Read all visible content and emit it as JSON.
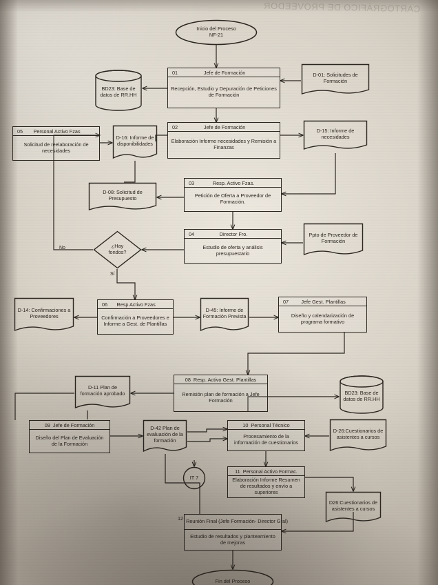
{
  "document": {
    "kind": "process-flowchart-photo",
    "language": "es",
    "reverse_bleed_text": "CARTOGRÁFICO DE PROVEEDOR",
    "ink_color": "#2b2620",
    "paper_color": "#ded8cd"
  },
  "start": {
    "line1": "Inicio del Proceso",
    "line2": "NF-21"
  },
  "end": {
    "line1": "Fin del Proceso"
  },
  "edge_labels": {
    "no": "No",
    "si": "Sí"
  },
  "decision": {
    "line1": "¿Hay",
    "line2": "fondos?"
  },
  "connector": {
    "label": "IT 7"
  },
  "activities": [
    {
      "num": "01",
      "role": "Jefe de Formación",
      "text": "Recepción, Estudio y Depuración de Peticiones de Formación"
    },
    {
      "num": "02",
      "role": "Jefe de Formación",
      "text": "Elaboración Informe necesidades y Remisión a Finanzas"
    },
    {
      "num": "03",
      "role": "Resp. Activo Fzas.",
      "text": "Petición de Oferta a Proveedor de Formación."
    },
    {
      "num": "04",
      "role": "Director Fro.",
      "text": "Estudio de oferta y análisis presupuestario"
    },
    {
      "num": "05",
      "role": "Personal Activo Fzas",
      "text": "Solicitud de reelaboración de necesidades"
    },
    {
      "num": "06",
      "role": "Resp Activo Fzas",
      "text": "Confirmación a Proveedores e Informe a Gest. de Plantillas"
    },
    {
      "num": "07",
      "role": "Jefe Gest. Plantillas",
      "text": "Diseño y calendarización de programa formativo"
    },
    {
      "num": "08",
      "role": "Resp. Activo Gest. Plantillas",
      "text": "Remisión plan de formación a Jefe Formación"
    },
    {
      "num": "09",
      "role": "Jefe de Formación",
      "text": "Diseño del Plan de Evaluación de la Formación"
    },
    {
      "num": "10",
      "role": "Personal Técnico",
      "text": "Procesamiento de la información de cuestionarios"
    },
    {
      "num": "11",
      "role": "Personal Activo Formac.",
      "text": "Elaboración Informe Resumen de resultados y envío a superiores"
    },
    {
      "num": "12",
      "role": "Reunión Final (Jefe Formación- Director Gral)",
      "text": "Estudio de resultados y planteamiento de mejoras"
    }
  ],
  "documents": [
    {
      "id": "d01",
      "text": "D-01: Solicitudes de Formación"
    },
    {
      "id": "d15",
      "text": "D-15: Informe de necesidades"
    },
    {
      "id": "d16",
      "text": "D-16: Informe de disponibilidades"
    },
    {
      "id": "d08",
      "text": "D-08: Solicitud de Presupuesto"
    },
    {
      "id": "ppto",
      "text": "Ppto de Proveedor de Formación"
    },
    {
      "id": "d14",
      "text": "D-14: Confirmaciones a Proveedores"
    },
    {
      "id": "d45",
      "text": "D-45: Informe de Formación Prevista"
    },
    {
      "id": "d11",
      "text": "D-11 Plan de formación aprobado"
    },
    {
      "id": "d42",
      "text": "D-42 Plan de evaluación de la formación"
    },
    {
      "id": "d26a",
      "text": "D-26:Cuestionarios de asistentes a cursos"
    },
    {
      "id": "d26b",
      "text": "D26:Cuestionarios de asistentes a cursos"
    }
  ],
  "databases": [
    {
      "id": "bd23a",
      "text": "BD23: Base de datos de RR.HH"
    },
    {
      "id": "bd23b",
      "text": "BD23: Base de datos de RR.HH"
    }
  ]
}
